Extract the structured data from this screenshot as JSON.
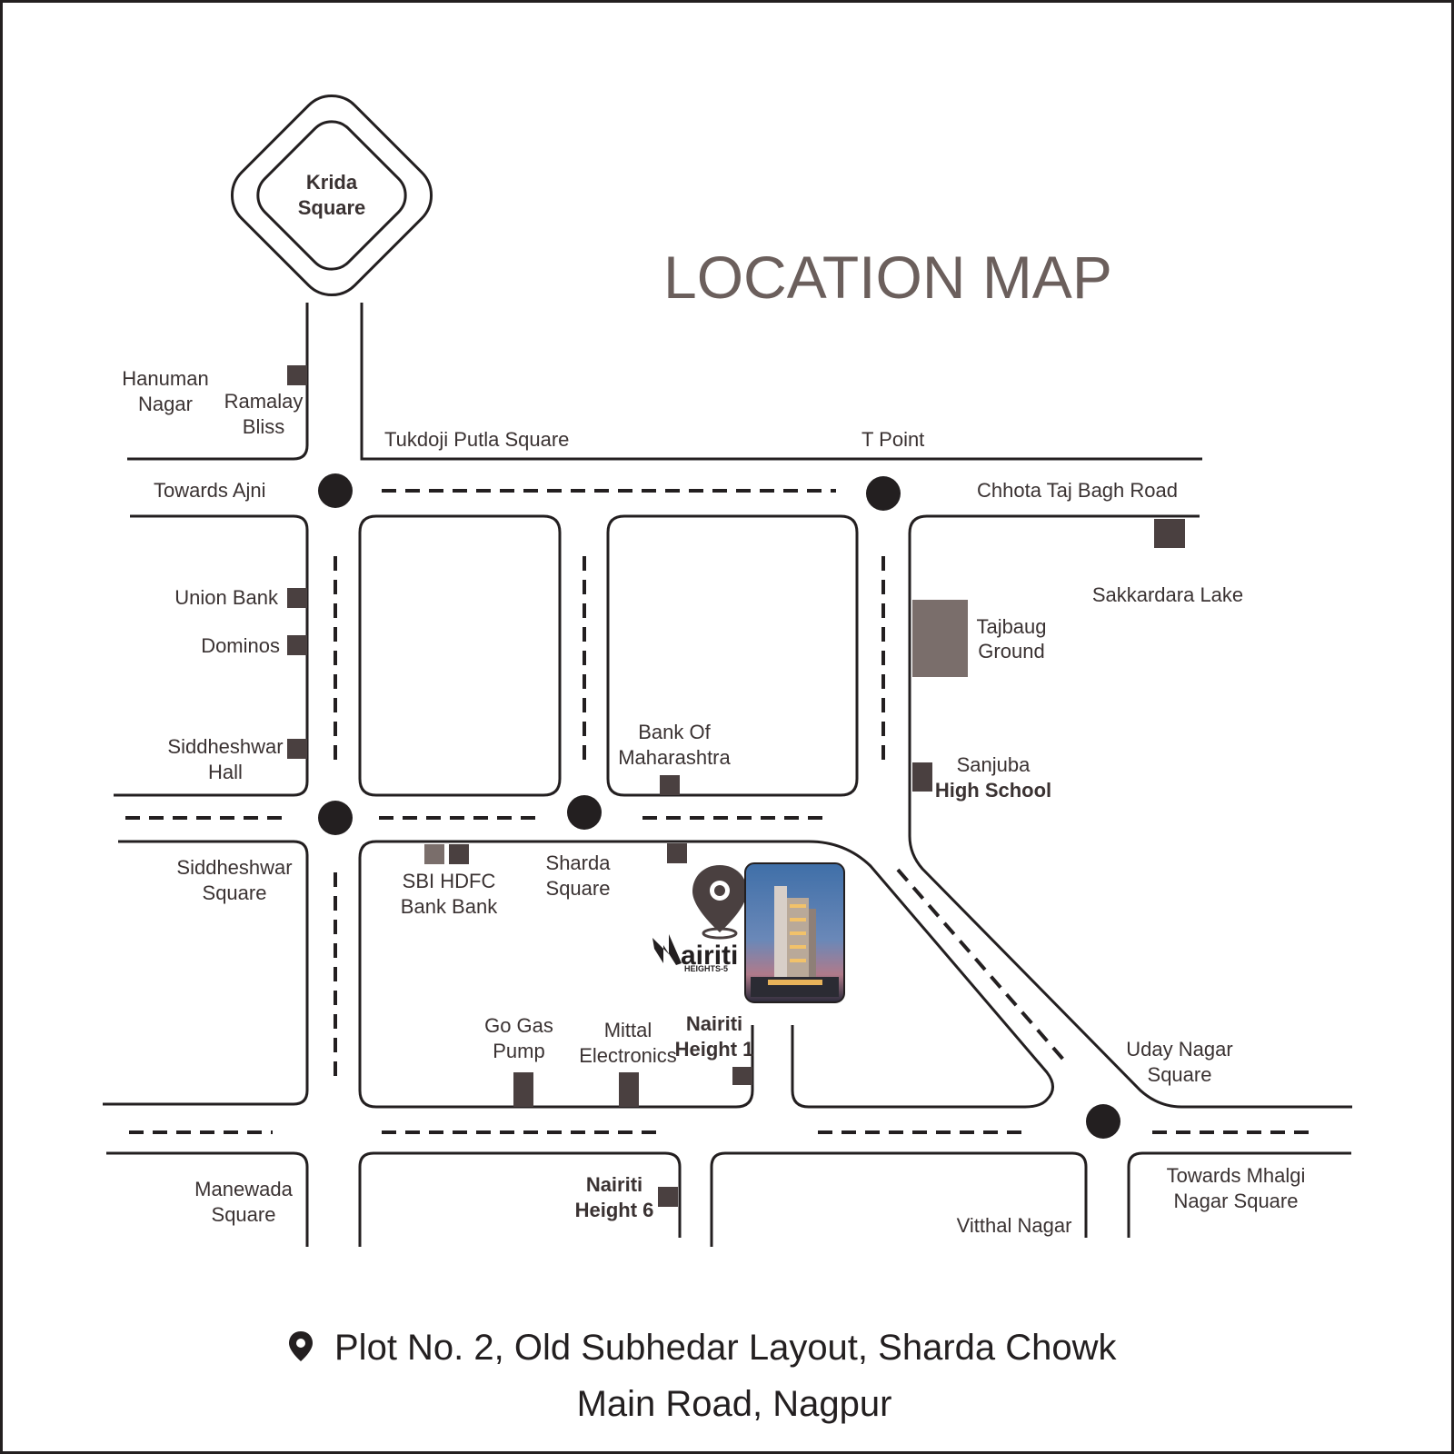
{
  "title": "LOCATION MAP",
  "colors": {
    "ink": "#231f20",
    "marker": "#4a4040",
    "light_marker": "#7a6e6b",
    "title": "#6b5f5c"
  },
  "icons": {
    "address": "location-pin-icon",
    "project": "map-pin-icon"
  },
  "places": {
    "krida_square": [
      "Krida",
      "Square"
    ],
    "hanuman_nagar": [
      "Hanuman",
      "Nagar"
    ],
    "ramalay_bliss": [
      "Ramalay",
      "Bliss"
    ],
    "tukdoji_putla_square": "Tukdoji Putla Square",
    "t_point": "T Point",
    "towards_ajni": "Towards Ajni",
    "chhota_taj_bagh_road": "Chhota Taj Bagh Road",
    "union_bank": "Union Bank",
    "dominos": "Dominos",
    "siddheshwar_hall": [
      "Siddheshwar",
      "Hall"
    ],
    "sakkardara_lake": "Sakkardara Lake",
    "tajbaug_ground": [
      "Tajbaug",
      "Ground"
    ],
    "bank_of_maharashtra": [
      "Bank Of",
      "Maharashtra"
    ],
    "sanjuba_high_school": [
      "Sanjuba",
      "High School"
    ],
    "siddheshwar_square": [
      "Siddheshwar",
      "Square"
    ],
    "sbi_hdfc_bank": [
      "SBI HDFC",
      "Bank Bank"
    ],
    "sharda_square": [
      "Sharda",
      "Square"
    ],
    "go_gas_pump": [
      "Go Gas",
      "Pump"
    ],
    "mittal_electronics": [
      "Mittal",
      "Electronics"
    ],
    "nairiti_height_1": [
      "Nairiti",
      "Height 1"
    ],
    "uday_nagar_square": [
      "Uday Nagar",
      "Square"
    ],
    "manewada_square": [
      "Manewada",
      "Square"
    ],
    "nairiti_height_6": [
      "Nairiti",
      "Height 6"
    ],
    "vitthal_nagar": "Vitthal Nagar",
    "towards_mhalgi_nagar_square": [
      "Towards Mhalgi",
      "Nagar Square"
    ]
  },
  "project_logo": {
    "name": "airiti",
    "sub": "HEIGHTS-5"
  },
  "address": [
    "Plot No. 2, Old Subhedar Layout, Sharda Chowk",
    "Main Road, Nagpur"
  ]
}
